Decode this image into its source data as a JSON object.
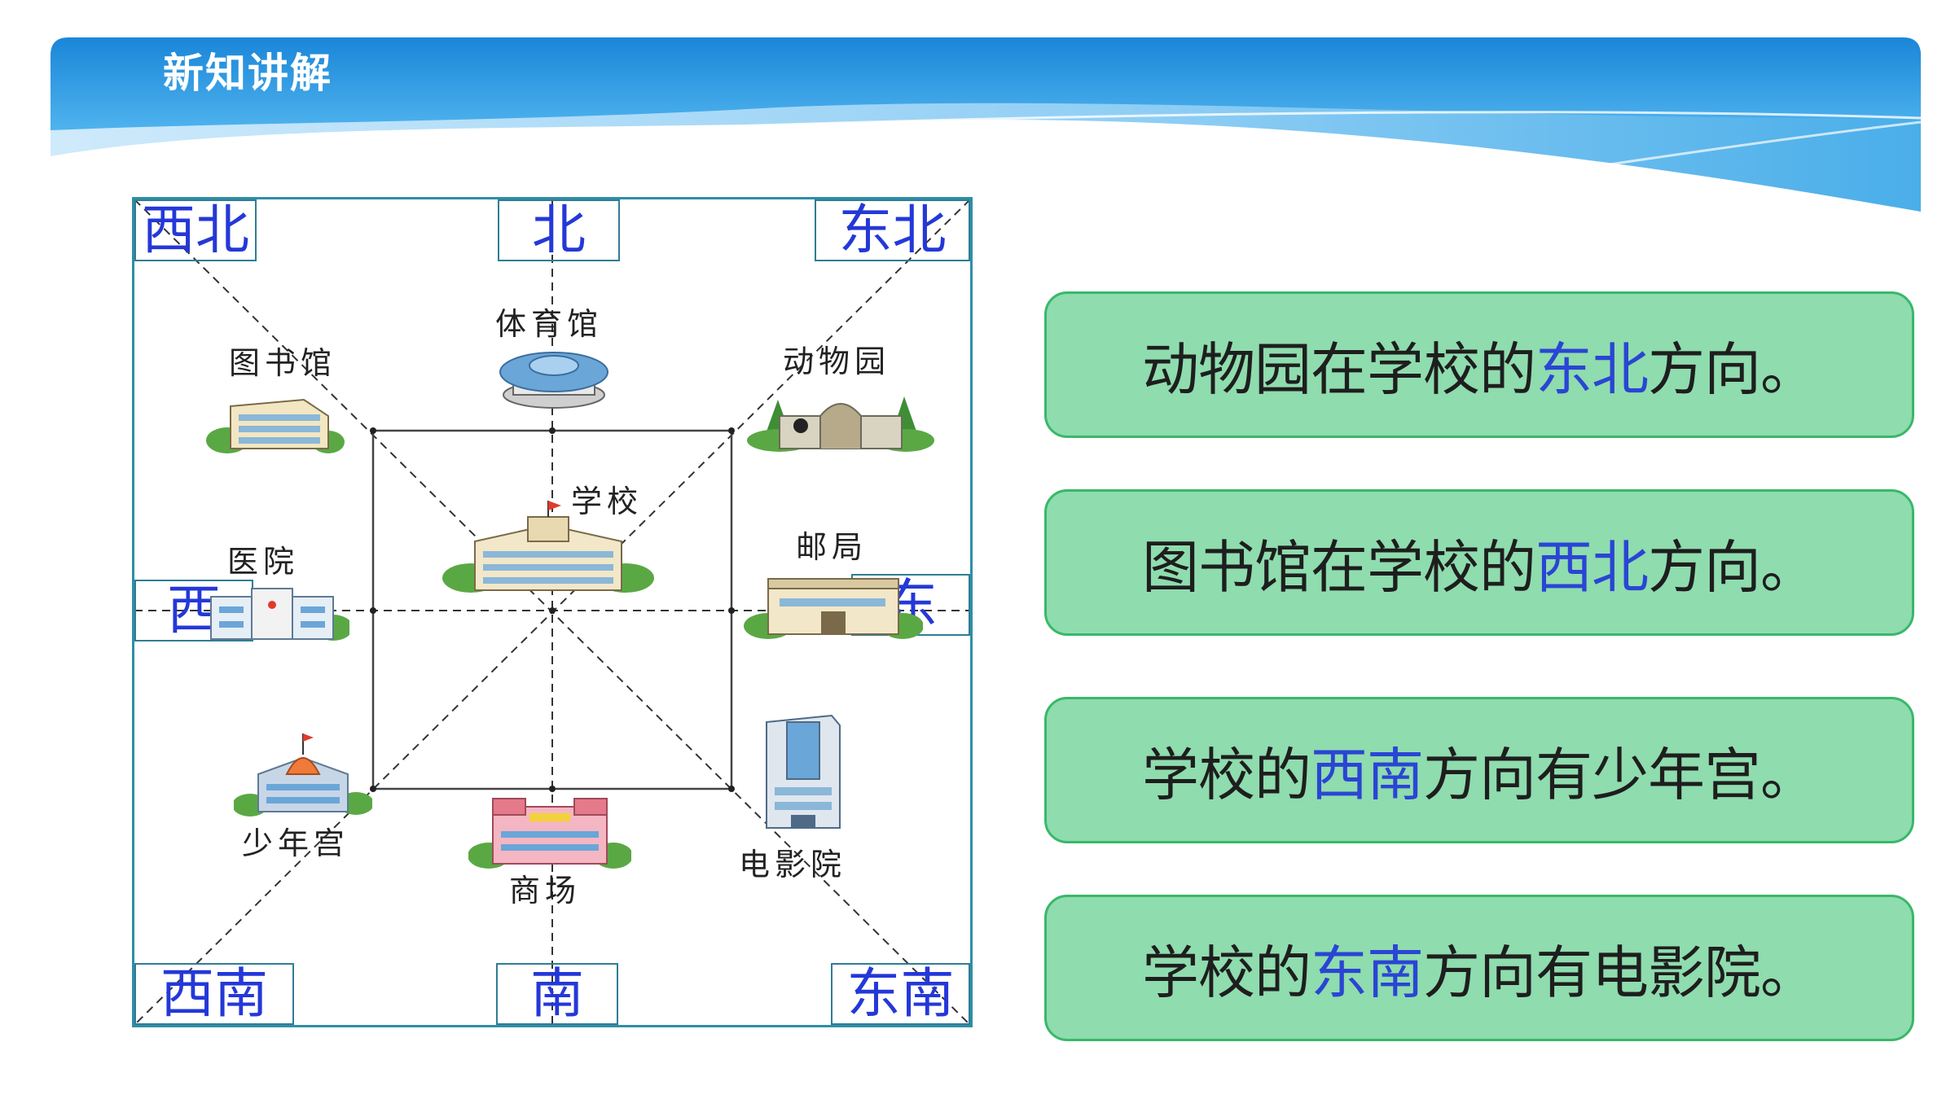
{
  "header": {
    "title": "新知讲解"
  },
  "map": {
    "directions": {
      "nw": "西北",
      "n": "北",
      "ne": "东北",
      "w": "西",
      "e": "东",
      "sw": "西南",
      "s": "南",
      "se": "东南"
    },
    "places": {
      "library": "图书馆",
      "gym": "体育馆",
      "zoo": "动物园",
      "school": "学校",
      "hospital": "医院",
      "post_office": "邮局",
      "youth_palace": "少年宫",
      "mall": "商场",
      "cinema": "电影院"
    }
  },
  "statements": [
    {
      "pre": "动物园在学校的",
      "hl": "东北",
      "post": "方向。"
    },
    {
      "pre": "图书馆在学校的",
      "hl": "西北",
      "post": "方向。"
    },
    {
      "pre": "学校的",
      "hl": "西南",
      "post": "方向有少年宫。"
    },
    {
      "pre": "学校的",
      "hl": "东南",
      "post": "方向有电影院。"
    }
  ],
  "colors": {
    "banner_blue": "#1e8fdc",
    "highlight_blue": "#2a45d4",
    "box_green": "#8fdcae",
    "box_border": "#39b86a"
  }
}
